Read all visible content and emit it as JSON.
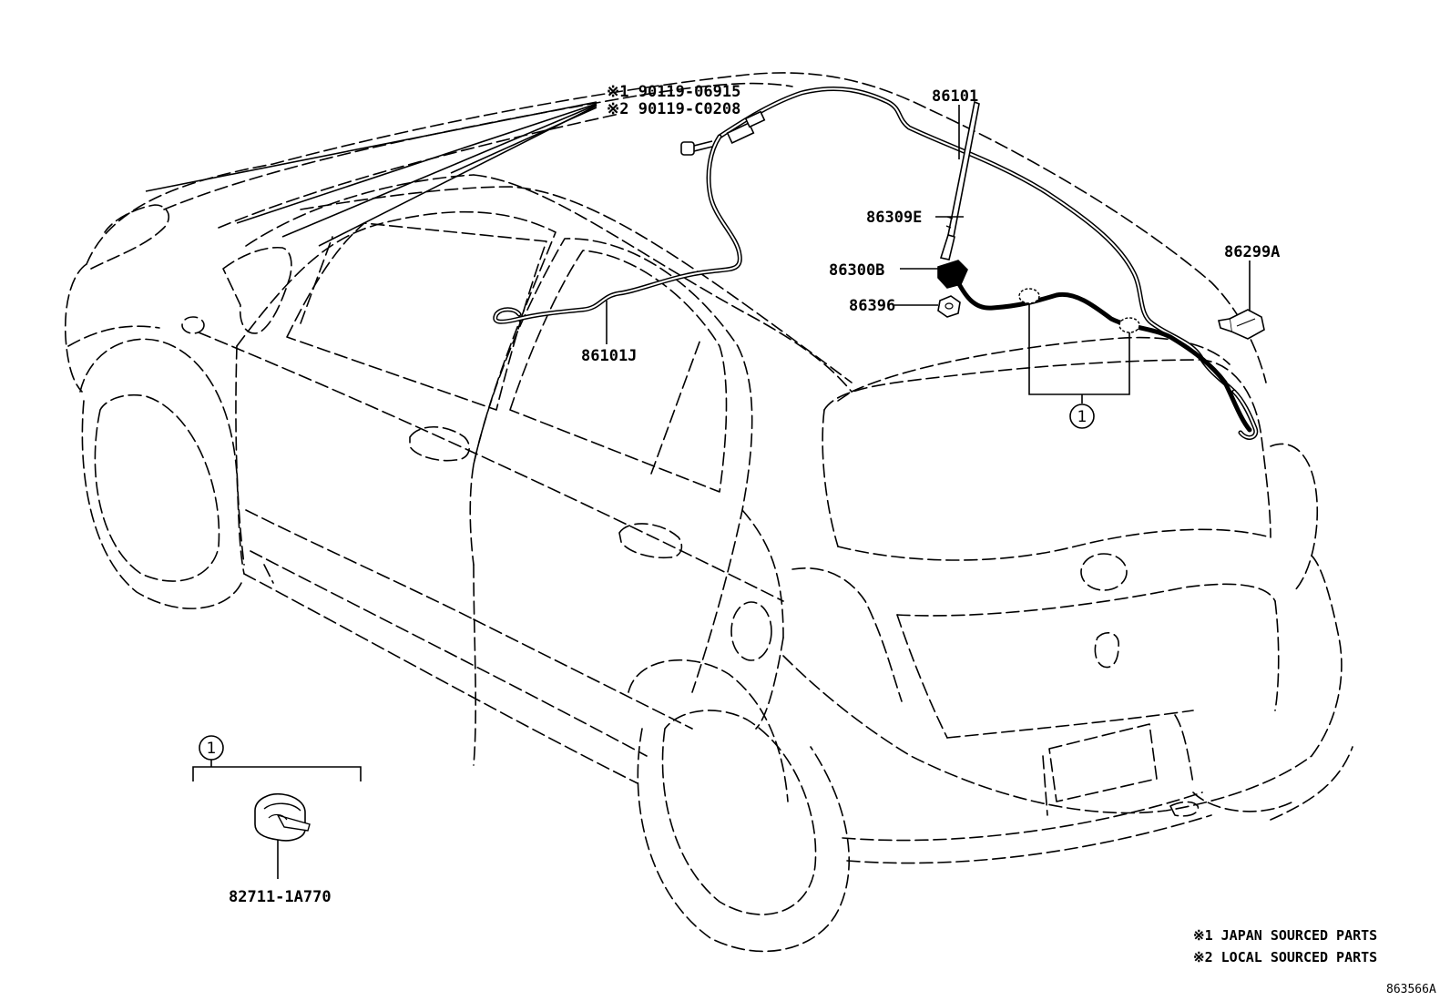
{
  "parts": {
    "p86101": "86101",
    "p86309e": "86309E",
    "p86300b": "86300B",
    "p86396": "86396",
    "p86299a": "86299A",
    "p86101j": "86101J",
    "p82711": "82711-1A770"
  },
  "screws": {
    "line1": "※1 90119-06915",
    "line2": "※2 90119-C0208"
  },
  "group_marker": "1",
  "legend": {
    "note1": "※1 JAPAN SOURCED PARTS",
    "note2": "※2 LOCAL SOURCED PARTS"
  },
  "figure_ref": "863566A"
}
